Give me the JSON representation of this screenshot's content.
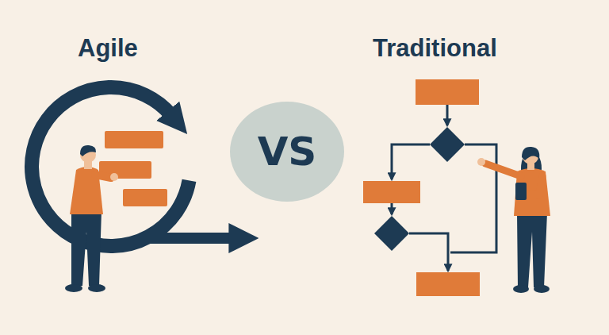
{
  "diagram": {
    "nodes": [
      {
        "text": [
          "VS"
        ]
      }
    ],
    "labels": [
      "Agile",
      "Traditional"
    ]
  }
}
